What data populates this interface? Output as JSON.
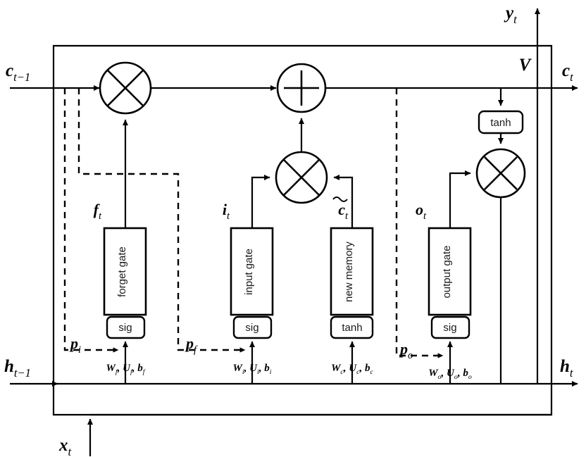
{
  "diagram": {
    "title": "LSTM cell with peephole connections",
    "colors": {
      "stroke": "#000000",
      "background": "#ffffff"
    }
  },
  "io_labels": {
    "cell_state_in": "c",
    "cell_state_in_sub": "t−1",
    "cell_state_out": "c",
    "cell_state_out_sub": "t",
    "hidden_in": "h",
    "hidden_in_sub": "t−1",
    "hidden_out": "h",
    "hidden_out_sub": "t",
    "input": "x",
    "input_sub": "t",
    "output": "y",
    "output_sub": "t",
    "output_weight": "V"
  },
  "gates": [
    {
      "id": "forget",
      "name": "forget gate",
      "activation": "sig",
      "signal": "f",
      "signal_sub": "t",
      "params": "W",
      "params_sub1": "f",
      "params_mid": ", U",
      "params_sub2": "f",
      "params_end": ", b",
      "params_sub3": "f",
      "peephole": "p",
      "peephole_sub": "i"
    },
    {
      "id": "input",
      "name": "input gate",
      "activation": "sig",
      "signal": "i",
      "signal_sub": "t",
      "params": "W",
      "params_sub1": "i",
      "params_mid": ", U",
      "params_sub2": "i",
      "params_end": ", b",
      "params_sub3": "i",
      "peephole": "p",
      "peephole_sub": "f"
    },
    {
      "id": "new-memory",
      "name": "new memory",
      "activation": "tanh",
      "signal": "c",
      "signal_sub": "t",
      "params": "W",
      "params_sub1": "c",
      "params_mid": ", U",
      "params_sub2": "c",
      "params_end": ", b",
      "params_sub3": "c",
      "peephole": "",
      "peephole_sub": ""
    },
    {
      "id": "output",
      "name": "output gate",
      "activation": "sig",
      "signal": "o",
      "signal_sub": "t",
      "params": "W",
      "params_sub1": "o",
      "params_mid": ", U",
      "params_sub2": "o",
      "params_end": ", b",
      "params_sub3": "o",
      "peephole": "p",
      "peephole_sub": "o"
    }
  ],
  "operators": [
    {
      "id": "forget-multiply",
      "glyph": "×"
    },
    {
      "id": "state-add",
      "glyph": "+"
    },
    {
      "id": "input-multiply",
      "glyph": "×"
    },
    {
      "id": "output-multiply",
      "glyph": "×"
    }
  ],
  "activation_boxes": [
    {
      "id": "cell-tanh",
      "label": "tanh"
    },
    {
      "id": "forget-sig",
      "label": "sig"
    },
    {
      "id": "input-sig",
      "label": "sig"
    },
    {
      "id": "newmem-tanh",
      "label": "tanh"
    },
    {
      "id": "output-sig",
      "label": "sig"
    }
  ]
}
